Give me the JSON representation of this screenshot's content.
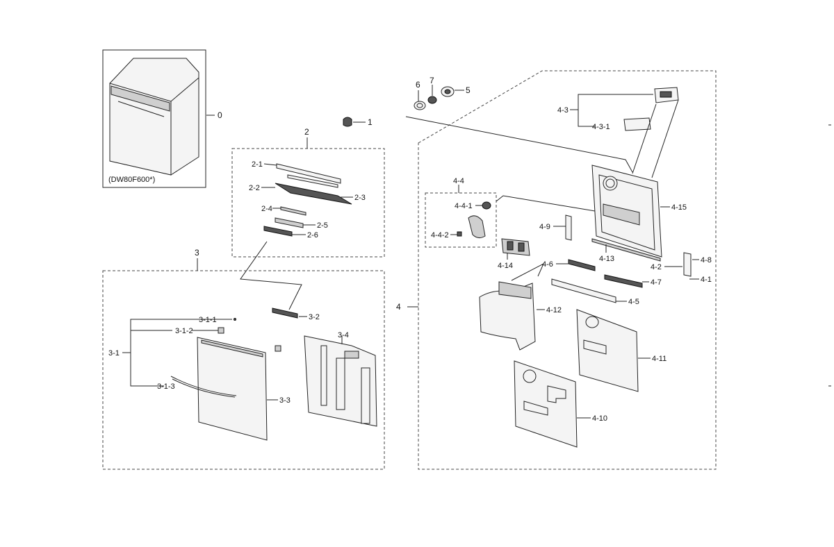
{
  "model_label": "(DW80F600*)",
  "labels": {
    "p0": "0",
    "p1": "1",
    "p2": "2",
    "p3": "3",
    "p4": "4",
    "p5": "5",
    "p6": "6",
    "p7": "7",
    "p2_1": "2-1",
    "p2_2": "2-2",
    "p2_3": "2-3",
    "p2_4": "2-4",
    "p2_5": "2-5",
    "p2_6": "2-6",
    "p3_1": "3-1",
    "p3_1_1": "3-1-1",
    "p3_1_2": "3-1-2",
    "p3_1_3": "3-1-3",
    "p3_2": "3-2",
    "p3_3": "3-3",
    "p3_4": "3-4",
    "p4_1": "4-1",
    "p4_2": "4-2",
    "p4_3": "4-3",
    "p4_3_1": "4-3-1",
    "p4_4": "4-4",
    "p4_4_1": "4-4-1",
    "p4_4_2": "4-4-2",
    "p4_5": "4-5",
    "p4_6": "4-6",
    "p4_7": "4-7",
    "p4_8": "4-8",
    "p4_9": "4-9",
    "p4_10": "4-10",
    "p4_11": "4-11",
    "p4_12": "4-12",
    "p4_13": "4-13",
    "p4_14": "4-14",
    "p4_15": "4-15"
  }
}
